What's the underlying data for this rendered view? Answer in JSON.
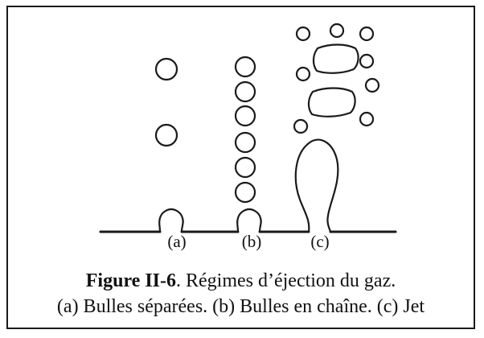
{
  "diagram": {
    "panel_labels": {
      "a": "(a)",
      "b": "(b)",
      "c": "(c)"
    }
  },
  "caption": {
    "figure_label": "Figure II-6",
    "title_rest": ". Régimes d’éjection du gaz.",
    "line2": "(a) Bulles séparées. (b) Bulles en chaîne. (c) Jet"
  },
  "colors": {
    "stroke": "#1a1a1a",
    "background": "#ffffff"
  }
}
